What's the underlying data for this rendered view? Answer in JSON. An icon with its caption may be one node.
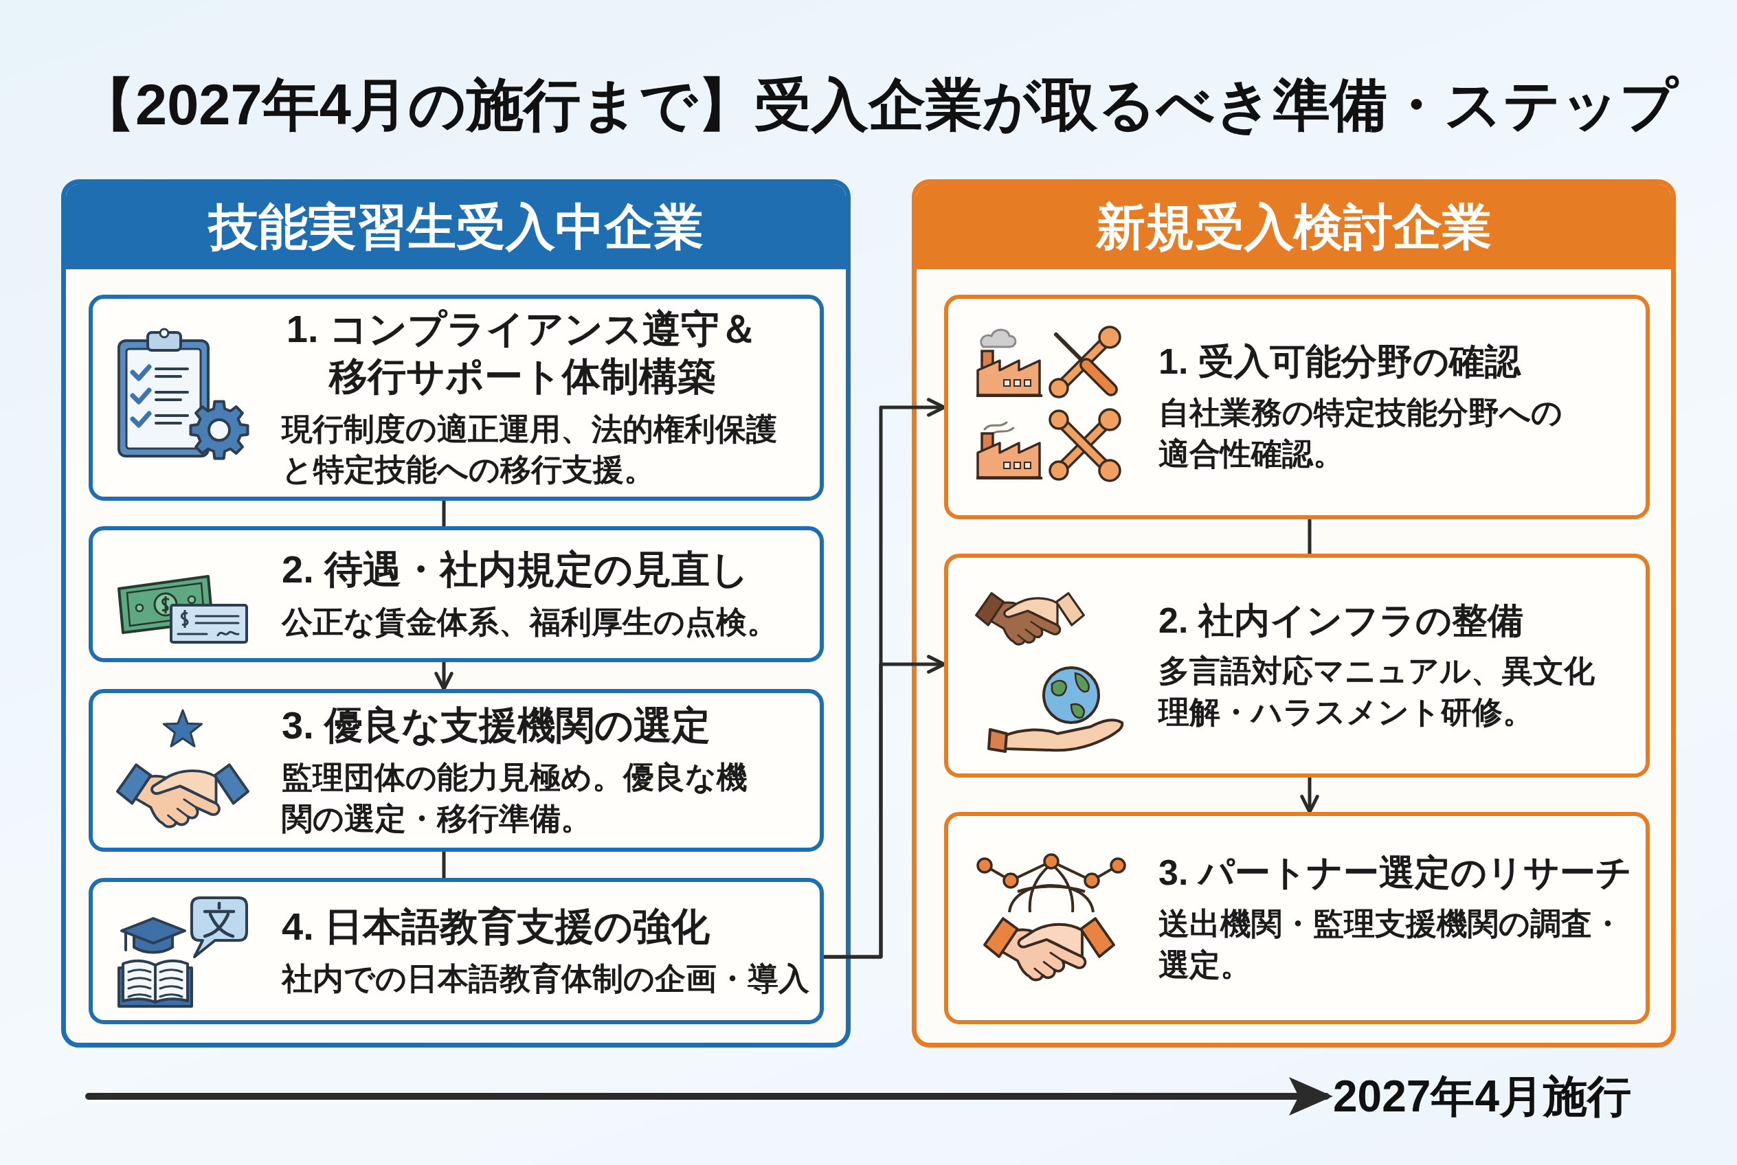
{
  "diagram": {
    "title": "【2027年4月の施行まで】受入企業が取るべき準備・ステップ",
    "nodes": [
      {
        "text": [
          "技能実習生受入中企業"
        ]
      },
      {
        "text": [
          "1. コンプライアンス遵守＆移行サポート体制構築",
          "現行制度の適正運用、法的権利保護と特定技能への移行支援。"
        ],
        "in": 0
      },
      {
        "text": [
          "2. 待遇・社内規定の見直し",
          "公正な賃金体系、福利厚生の点検。"
        ],
        "in": 0
      },
      {
        "text": [
          "3. 優良な支援機関の選定",
          "監理団体の能力見極め。優良な機関の選定・移行準備。"
        ],
        "in": 0
      },
      {
        "text": [
          "4. 日本語教育支援の強化",
          "社内での日本語教育体制の企画・導入"
        ],
        "in": 0
      },
      {
        "text": [
          "新規受入検討企業"
        ]
      },
      {
        "text": [
          "1. 受入可能分野の確認",
          "自社業務の特定技能分野への適合性確認。"
        ],
        "in": 5
      },
      {
        "text": [
          "2. 社内インフラの整備",
          "多言語対応マニュアル、異文化理解・ハラスメント研修。"
        ],
        "in": 5
      },
      {
        "text": [
          "3. パートナー選定のリサーチ",
          "送出機関・監理支援機関の調査・選定。"
        ],
        "in": 5
      },
      {
        "text": [
          "2027年4月施行"
        ]
      }
    ],
    "edges": [
      {
        "from": 1,
        "to": 2,
        "arrow": "none"
      },
      {
        "from": 2,
        "to": 3,
        "arrow": "to"
      },
      {
        "from": 3,
        "to": 4,
        "arrow": "none"
      },
      {
        "from": 6,
        "to": 7,
        "arrow": "none"
      },
      {
        "from": 7,
        "to": 8,
        "arrow": "to"
      },
      {
        "from": 4,
        "to": 6,
        "arrow": "to"
      },
      {
        "from": 4,
        "to": 7,
        "arrow": "to"
      },
      {
        "from": null,
        "to": 9,
        "arrow": "to",
        "style": "thick"
      }
    ]
  }
}
